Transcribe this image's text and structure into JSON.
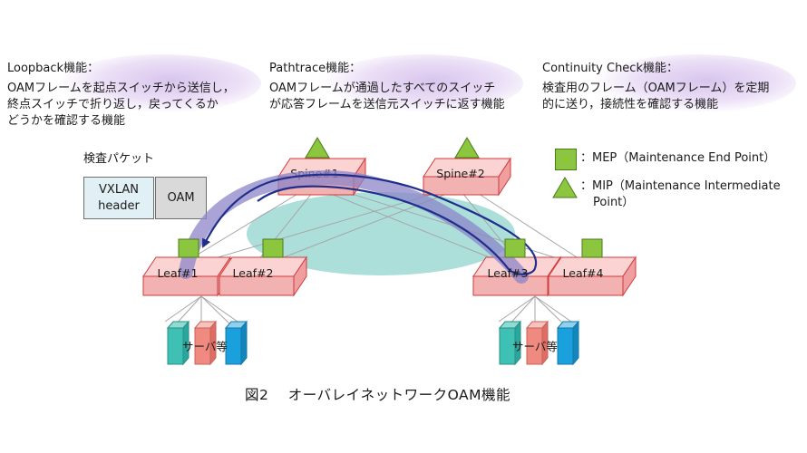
{
  "features": [
    {
      "title": "Loopback機能：",
      "lines": [
        "OAMフレームを起点スイッチから送信し，",
        "終点スイッチで折り返し，戻ってくるか",
        "どうかを確認する機能"
      ]
    },
    {
      "title": "Pathtrace機能：",
      "lines": [
        "OAMフレームが通過したすべてのスイッチ",
        "が応答フレームを送信元スイッチに返す機能"
      ]
    },
    {
      "title": "Continuity Check機能：",
      "lines": [
        "検査用のフレーム（OAMフレーム）を定期",
        "的に送り，接続性を確認する機能"
      ]
    }
  ],
  "packet": {
    "title": "検査パケット",
    "vxlan_lines": [
      "VXLAN",
      "header"
    ],
    "oam": "OAM"
  },
  "legend": {
    "mep_lines": [
      "：MEP（Maintenance End Point）"
    ],
    "mip_lines": [
      "：MIP（Maintenance Intermediate",
      "Point）"
    ]
  },
  "nodes": {
    "spine1": "Spine#1",
    "spine2": "Spine#2",
    "leaf1": "Leaf#1",
    "leaf2": "Leaf#2",
    "leaf3": "Leaf#3",
    "leaf4": "Leaf#4"
  },
  "servers_left": "サーバ等",
  "servers_right": "サーバ等",
  "caption": "図2　 オーバレイネットワークOAM機能",
  "colors": {
    "switch_top": "#fbd3d3",
    "switch_side": "#ef9f9f",
    "switch_edge": "#d23b3b",
    "mep": "#8cc63f",
    "mip": "#8cc63f",
    "path": "#1f2e8a",
    "path_band": "#8c84c8",
    "overlay": "#9fd9d3",
    "server_teal": "#3fc0b4",
    "server_pink": "#f08a80",
    "server_blue": "#1aa0dc"
  }
}
